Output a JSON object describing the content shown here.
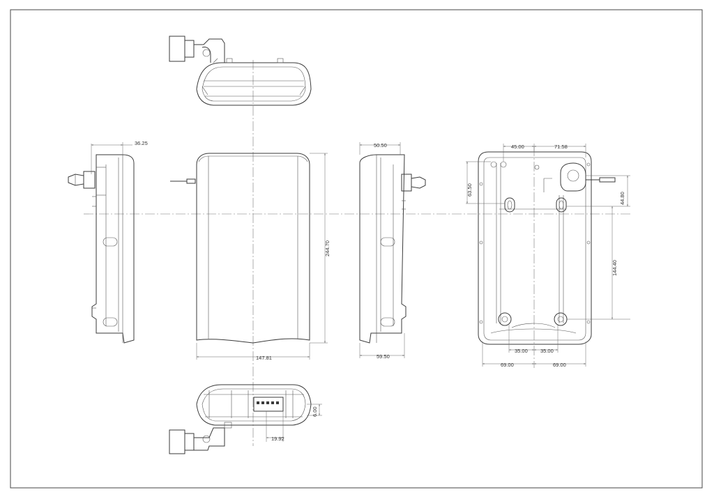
{
  "drawing": {
    "dimensions": {
      "side_left_depth": "36.25",
      "side_right_depth": "50.50",
      "front_height": "244.70",
      "front_width": "147.81",
      "side_right_base": "59.50",
      "back_top_left": "45.00",
      "back_top_right": "71.58",
      "back_left_vertical": "63.50",
      "back_right_upper": "44.80",
      "back_right_lower": "144.40",
      "back_bottom_inner_left": "35.00",
      "back_bottom_inner_right": "35.00",
      "back_bottom_outer_left": "69.00",
      "back_bottom_outer_right": "69.00",
      "bottom_view_height": "6.00",
      "bottom_view_width": "19.92"
    }
  }
}
